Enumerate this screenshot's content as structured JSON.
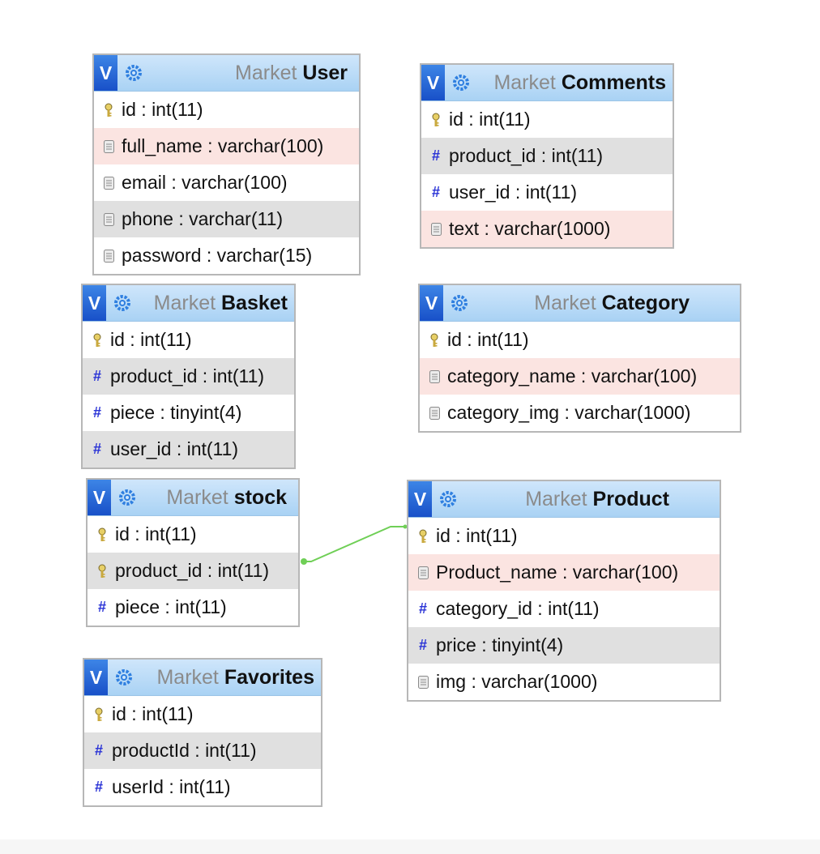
{
  "tables": [
    {
      "db": "Market",
      "name": "User",
      "fields": [
        {
          "text": "id : int(11)",
          "icon": "key-icon",
          "bg": "white"
        },
        {
          "text": "full_name : varchar(100)",
          "icon": "text-field-icon",
          "bg": "pink"
        },
        {
          "text": "email : varchar(100)",
          "icon": "text-field-icon",
          "bg": "white"
        },
        {
          "text": "phone : varchar(11)",
          "icon": "text-field-icon",
          "bg": "grey"
        },
        {
          "text": "password : varchar(15)",
          "icon": "text-field-icon",
          "bg": "white"
        }
      ]
    },
    {
      "db": "Market",
      "name": "Comments",
      "fields": [
        {
          "text": "id : int(11)",
          "icon": "key-icon",
          "bg": "white"
        },
        {
          "text": "product_id : int(11)",
          "icon": "numeric-field-icon",
          "bg": "grey"
        },
        {
          "text": "user_id : int(11)",
          "icon": "numeric-field-icon",
          "bg": "white"
        },
        {
          "text": "text : varchar(1000)",
          "icon": "text-field-icon",
          "bg": "pink"
        }
      ]
    },
    {
      "db": "Market",
      "name": "Basket",
      "fields": [
        {
          "text": "id : int(11)",
          "icon": "key-icon",
          "bg": "white"
        },
        {
          "text": "product_id : int(11)",
          "icon": "numeric-field-icon",
          "bg": "grey"
        },
        {
          "text": "piece : tinyint(4)",
          "icon": "numeric-field-icon",
          "bg": "white"
        },
        {
          "text": "user_id : int(11)",
          "icon": "numeric-field-icon",
          "bg": "grey"
        }
      ]
    },
    {
      "db": "Market",
      "name": "Category",
      "fields": [
        {
          "text": "id : int(11)",
          "icon": "key-icon",
          "bg": "white"
        },
        {
          "text": "category_name : varchar(100)",
          "icon": "text-field-icon",
          "bg": "pink"
        },
        {
          "text": "category_img : varchar(1000)",
          "icon": "text-field-icon",
          "bg": "white"
        }
      ]
    },
    {
      "db": "Market",
      "name": "stock",
      "fields": [
        {
          "text": "id : int(11)",
          "icon": "key-icon",
          "bg": "white"
        },
        {
          "text": "product_id : int(11)",
          "icon": "key-icon",
          "bg": "grey"
        },
        {
          "text": "piece : int(11)",
          "icon": "numeric-field-icon",
          "bg": "white"
        }
      ]
    },
    {
      "db": "Market",
      "name": "Product",
      "fields": [
        {
          "text": "id : int(11)",
          "icon": "key-icon",
          "bg": "white"
        },
        {
          "text": "Product_name : varchar(100)",
          "icon": "text-field-icon",
          "bg": "pink"
        },
        {
          "text": "category_id : int(11)",
          "icon": "numeric-field-icon",
          "bg": "white"
        },
        {
          "text": "price : tinyint(4)",
          "icon": "numeric-field-icon",
          "bg": "grey"
        },
        {
          "text": "img : varchar(1000)",
          "icon": "text-field-icon",
          "bg": "white"
        }
      ]
    },
    {
      "db": "Market",
      "name": "Favorites",
      "fields": [
        {
          "text": "id : int(11)",
          "icon": "key-icon",
          "bg": "white"
        },
        {
          "text": "productId : int(11)",
          "icon": "numeric-field-icon",
          "bg": "grey"
        },
        {
          "text": "userId : int(11)",
          "icon": "numeric-field-icon",
          "bg": "white"
        }
      ]
    }
  ],
  "toggle_label": "V",
  "colors": {
    "header_top": "#cfe6fb",
    "header_bottom": "#a9d2f4",
    "relation_line": "#6fcf56",
    "hash": "#2a33d6"
  }
}
